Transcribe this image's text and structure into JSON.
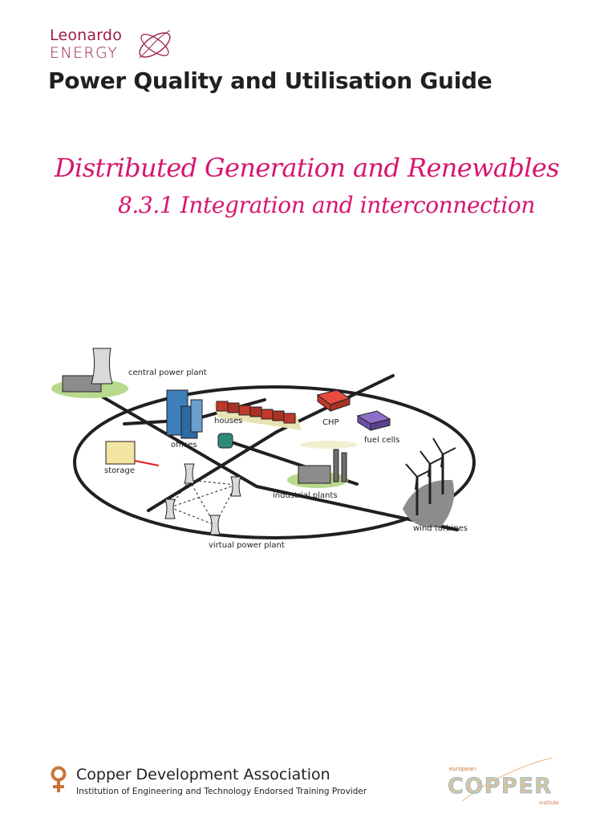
{
  "header": {
    "logo_line1": "Leonardo",
    "logo_line2": "ENERGY",
    "guide_title": "Power Quality and Utilisation Guide"
  },
  "document": {
    "title": "Distributed Generation and Renewables",
    "subtitle": "8.3.1 Integration and interconnection"
  },
  "diagram": {
    "labels": {
      "central_power_plant": "central power plant",
      "houses": "houses",
      "chp": "CHP",
      "offices": "offices",
      "fuel_cells": "fuel cells",
      "storage": "storage",
      "industrial_plants": "industrial plants",
      "wind_turbines": "wind turbines",
      "virtual_power_plant": "virtual power plant"
    }
  },
  "footer": {
    "org_name": "Copper Development Association",
    "org_subtitle": "Institution of Engineering and Technology Endorsed Training Provider",
    "eci_top": "european",
    "eci_main": "COPPER",
    "eci_bottom": "institute"
  },
  "colors": {
    "brand_burgundy": "#9b1b4c",
    "title_magenta": "#d6166f",
    "copper": "#c8743a",
    "eci_teal": "#8bbcc0"
  }
}
